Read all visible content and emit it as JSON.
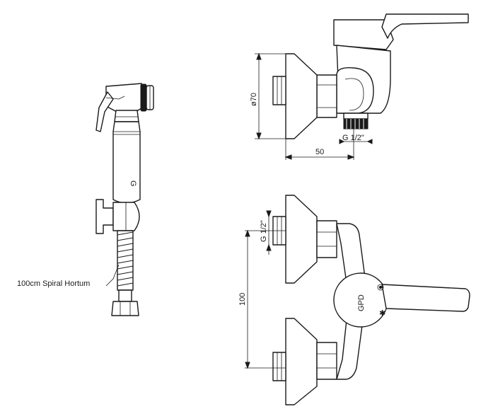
{
  "labels": {
    "hose": "100cm Spiral Hortum",
    "diameter": "ø70",
    "thread_side": "G 1/2\"",
    "thread_top": "G 1/2\"",
    "depth": "50",
    "spacing": "100",
    "logo": "GPD"
  }
}
